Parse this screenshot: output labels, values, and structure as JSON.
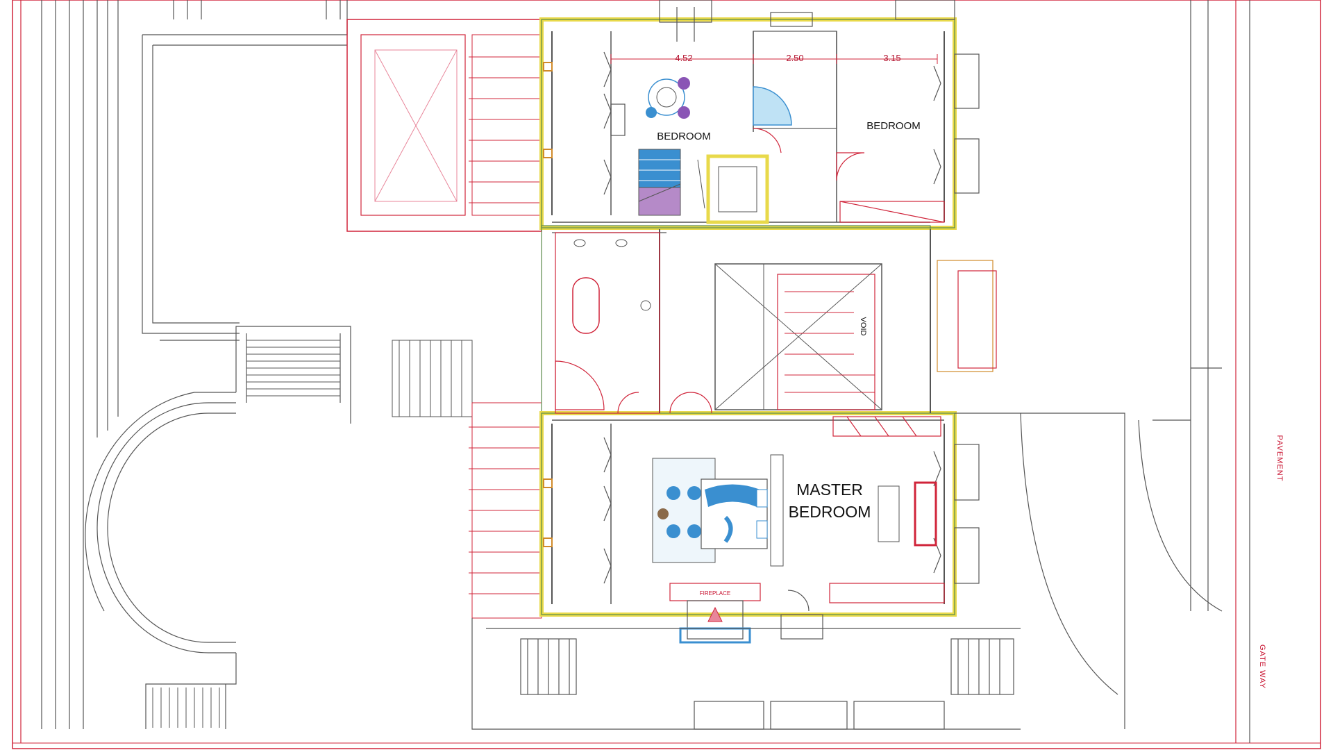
{
  "rooms": {
    "bedroom_1": "BEDROOM",
    "bedroom_2": "BEDROOM",
    "master_line1": "MASTER",
    "master_line2": "BEDROOM",
    "void": "VOID",
    "fireplace": "FIREPLACE"
  },
  "dimensions": {
    "d1": "4.52",
    "d2": "2.50",
    "d3": "3.15"
  },
  "side_labels": {
    "pavement": "PAVEMENT",
    "gate_way": "GATE WAY"
  },
  "colors": {
    "red": "#d0243a",
    "pink": "#e8869a",
    "grey": "#555555",
    "yellow": "#e8d94a",
    "green": "#5a8a4a",
    "blue": "#3a8fd0",
    "orange": "#d08a2a"
  }
}
